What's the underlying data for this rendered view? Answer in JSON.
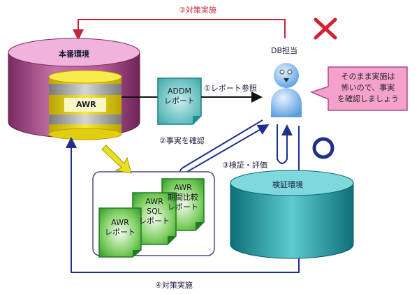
{
  "title": "AWR/ADDM による性能改善フロー",
  "production_db": {
    "label": "本番環境",
    "awr_label": "AWR"
  },
  "addm_report": {
    "line1": "ADDM",
    "line2": "レポート"
  },
  "steps": {
    "step1": "①レポート参照",
    "step2_bad": "②対策実施",
    "step2_good": "②事実を確認",
    "step3": "③検証・評価",
    "step4": "④対策実施"
  },
  "person": {
    "label": "DB担当"
  },
  "speech_bubble": {
    "lines": [
      "そのまま実施は",
      "怖いので、事実",
      "を確認しましょう"
    ]
  },
  "awr_reports": [
    {
      "line1": "AWR",
      "line2": "レポート"
    },
    {
      "line1": "AWR",
      "line2": "SQL",
      "line3": "レポート"
    },
    {
      "line1": "AWR",
      "line2": "期間比較",
      "line3": "レポート"
    }
  ],
  "test_db": {
    "label": "検証環境"
  },
  "marks": {
    "bad": "×",
    "good": "○"
  },
  "colors": {
    "bad_arrow": "#c0283a",
    "good_arrow": "#1f2f8a",
    "prod_db": "#a8508a",
    "test_db": "#1fa3a8",
    "addm_doc": "#3fb8b8",
    "awr_doc": "#3faa3a",
    "bubble": "#f09ac8"
  }
}
